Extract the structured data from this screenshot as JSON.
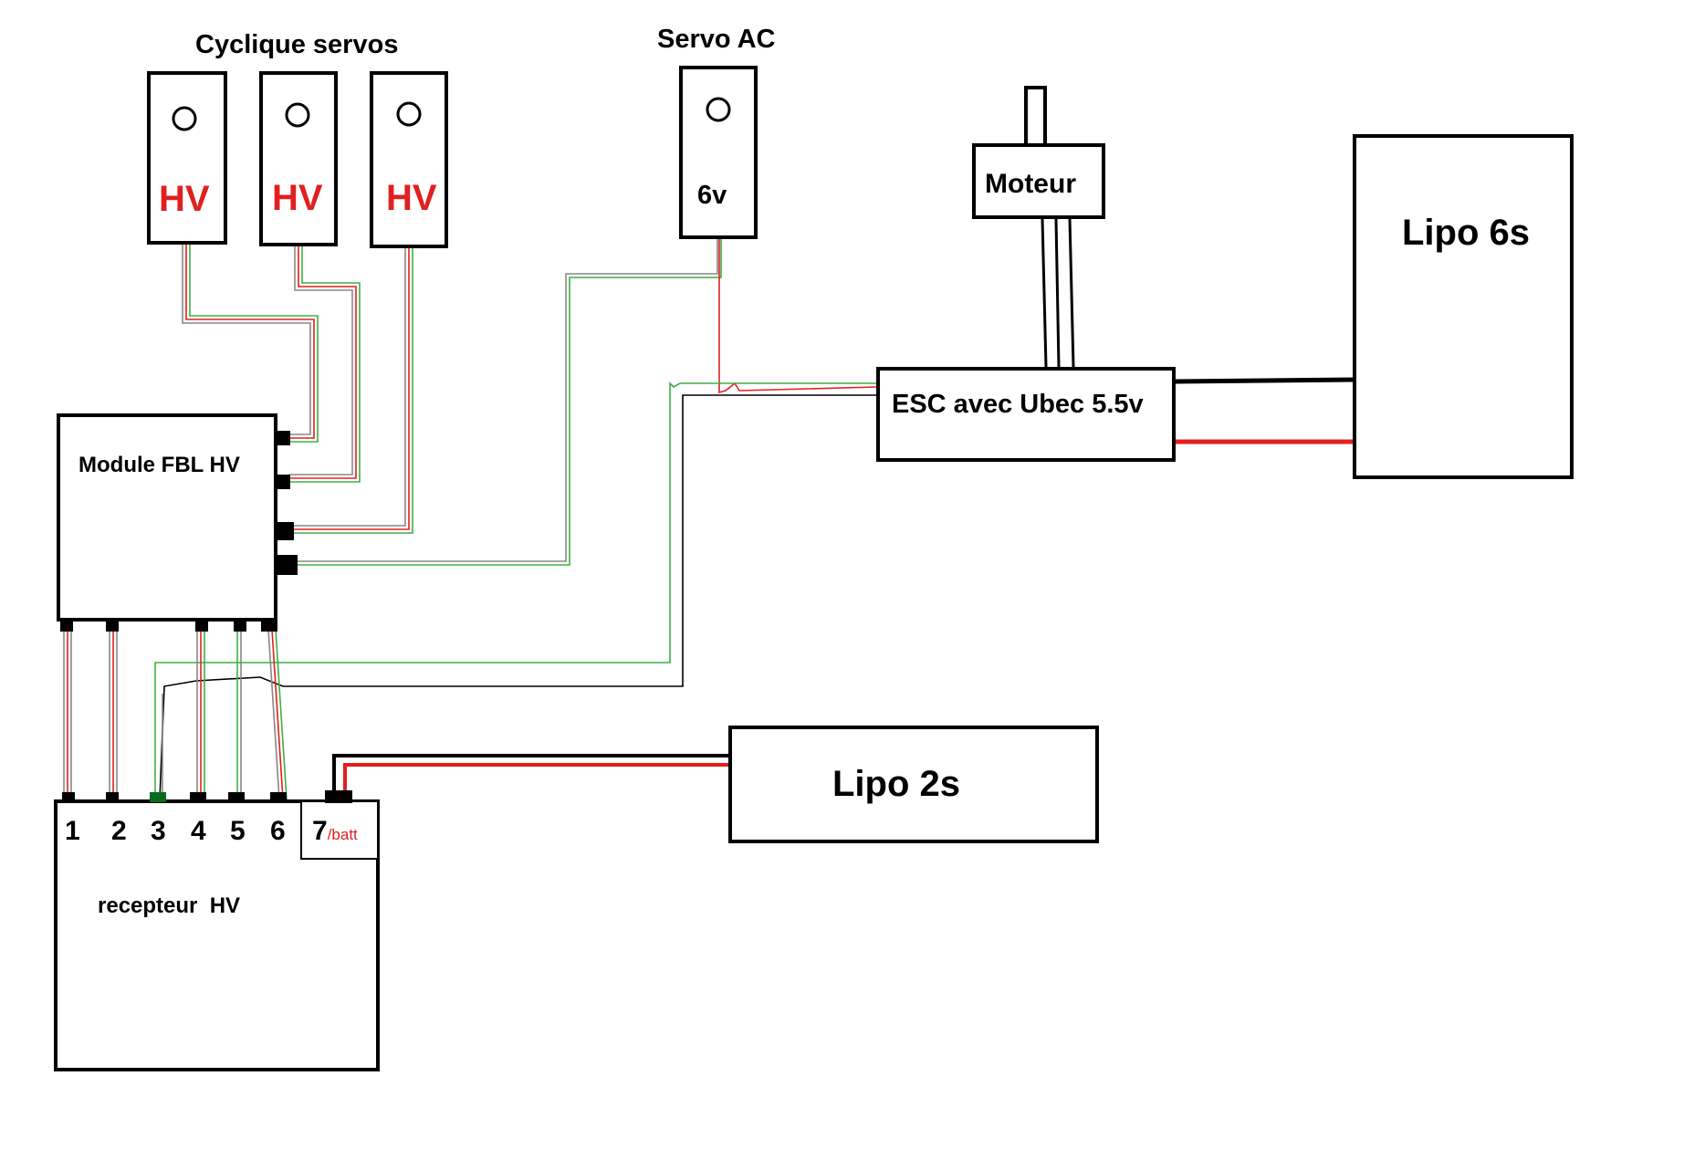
{
  "servos": {
    "group_title": "Cyclique servos",
    "items": [
      {
        "label": "HV",
        "label_color": "#e02020"
      },
      {
        "label": "HV",
        "label_color": "#e02020"
      },
      {
        "label": "HV",
        "label_color": "#e02020"
      }
    ]
  },
  "servo_ac": {
    "title": "Servo AC",
    "label": "6v"
  },
  "motor": {
    "label": "Moteur"
  },
  "esc": {
    "label": "ESC avec Ubec 5.5v"
  },
  "lipo_6s": {
    "label": "Lipo 6s"
  },
  "lipo_2s": {
    "label": "Lipo 2s"
  },
  "fbl": {
    "label": "Module FBL HV"
  },
  "receiver": {
    "label": "recepteur  HV",
    "channels": [
      "1",
      "2",
      "3",
      "4",
      "5",
      "6"
    ],
    "batt_channel": {
      "number": "7",
      "suffix": "/batt"
    }
  },
  "colors": {
    "wire_red": "#e02020",
    "wire_green": "#3cb043",
    "wire_black": "#000000",
    "wire_grey": "#888888"
  }
}
